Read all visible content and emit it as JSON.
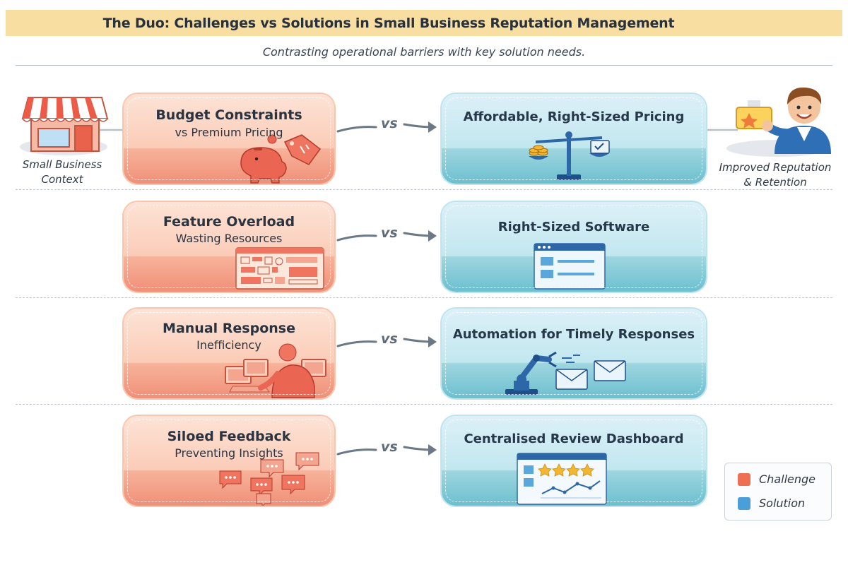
{
  "header": {
    "title": "The Duo: Challenges vs Solutions in Small Business Reputation Management",
    "subtitle": "Contrasting operational barriers with key solution needs."
  },
  "context": {
    "left_label": "Small Business Context",
    "left_label_line1": "Small Business",
    "left_label_line2": "Context",
    "right_label_line1": "Improved Reputation",
    "right_label_line2": "& Retention"
  },
  "rows": [
    {
      "challenge_title": "Budget Constraints",
      "challenge_sub": "vs Premium Pricing",
      "vs": "vs",
      "solution_title": "Affordable, Right-Sized Pricing"
    },
    {
      "challenge_title": "Feature Overload",
      "challenge_sub": "Wasting Resources",
      "vs": "vs",
      "solution_title": "Right-Sized Software"
    },
    {
      "challenge_title": "Manual Response",
      "challenge_sub": "Inefficiency",
      "vs": "vs",
      "solution_title": "Automation for Timely Responses"
    },
    {
      "challenge_title": "Siloed Feedback",
      "challenge_sub": "Preventing Insights",
      "vs": "vs",
      "solution_title": "Centralised Review Dashboard"
    }
  ],
  "legend": {
    "challenge_label": "Challenge",
    "solution_label": "Solution",
    "challenge_color": "#ef6f52",
    "solution_color": "#4a9fd8"
  },
  "colors": {
    "title_bg": "#f8dea0",
    "arrow": "#6b7886"
  }
}
